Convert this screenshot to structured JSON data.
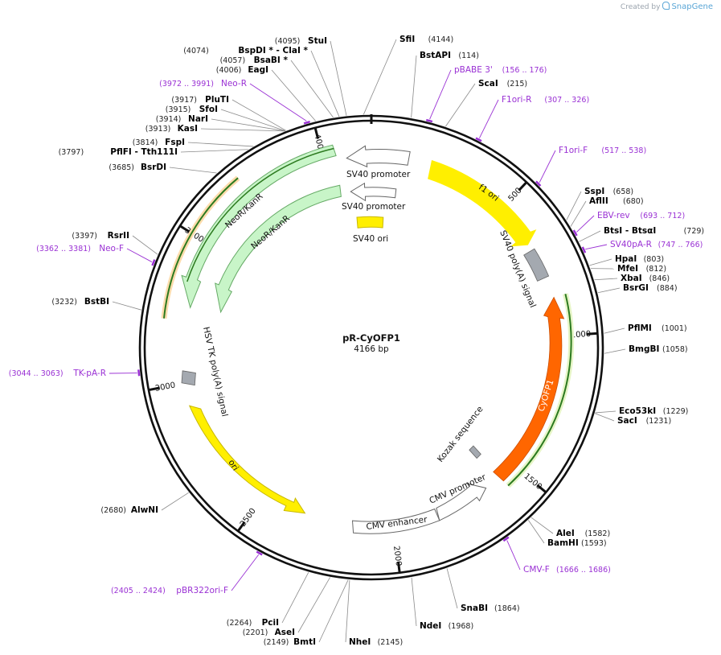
{
  "watermark": {
    "prefix": "Created by",
    "brand": "SnapGene"
  },
  "colors": {
    "backbone": "#111111",
    "primer": "#9a31d4",
    "enzyme_text": "#000000",
    "pos_text": "#222222",
    "leader": "#8a8a8a",
    "yellow": "#ffef00",
    "orange": "#ff6600",
    "mint": "#c8f5c8",
    "gray_feature": "#a4a9b0"
  },
  "plasmid": {
    "name": "pR-CyOFP1",
    "length": 4166,
    "length_label": "4166 bp"
  },
  "ticks": [
    "500",
    "1000",
    "1500",
    "2000",
    "2500",
    "3000",
    "3500",
    "4000"
  ],
  "sites": [
    {
      "name": "SfiI",
      "pos": "(4144)",
      "side": "r"
    },
    {
      "name": "BstAPI",
      "pos": "(114)",
      "side": "r"
    },
    {
      "name": "ScaI",
      "pos": "(215)",
      "side": "r"
    },
    {
      "name": "SspI",
      "pos": "(658)",
      "side": "r"
    },
    {
      "name": "AflII",
      "pos": "(680)",
      "side": "r"
    },
    {
      "name": "BtsI  -  BtsαI",
      "pos": "(729)",
      "side": "r"
    },
    {
      "name": "HpaI",
      "pos": "(803)",
      "side": "r"
    },
    {
      "name": "MfeI",
      "pos": "(812)",
      "side": "r"
    },
    {
      "name": "XbaI",
      "pos": "(846)",
      "side": "r"
    },
    {
      "name": "BsrGI",
      "pos": "(884)",
      "side": "r"
    },
    {
      "name": "PflMI",
      "pos": "(1001)",
      "side": "r"
    },
    {
      "name": "BmgBI",
      "pos": "(1058)",
      "side": "r"
    },
    {
      "name": "Eco53kI",
      "pos": "(1229)",
      "side": "r"
    },
    {
      "name": "SacI",
      "pos": "(1231)",
      "side": "r"
    },
    {
      "name": "AleI",
      "pos": "(1582)",
      "side": "r"
    },
    {
      "name": "BamHI",
      "pos": "(1593)",
      "side": "r"
    },
    {
      "name": "SnaBI",
      "pos": "(1864)",
      "side": "r"
    },
    {
      "name": "NdeI",
      "pos": "(1968)",
      "side": "r"
    },
    {
      "name": "NheI",
      "pos": "(2145)",
      "side": "r"
    },
    {
      "name": "StuI",
      "pos": "(4095)",
      "side": "l"
    },
    {
      "name": "BspDI *  -  ClaI *",
      "pos": "(4074)",
      "side": "l"
    },
    {
      "name": "BsaBI *",
      "pos": "(4057)",
      "side": "l"
    },
    {
      "name": "EagI",
      "pos": "(4006)",
      "side": "l"
    },
    {
      "name": "PluTI",
      "pos": "(3917)",
      "side": "l"
    },
    {
      "name": "SfoI",
      "pos": "(3915)",
      "side": "l"
    },
    {
      "name": "NarI",
      "pos": "(3914)",
      "side": "l"
    },
    {
      "name": "KasI",
      "pos": "(3913)",
      "side": "l"
    },
    {
      "name": "FspI",
      "pos": "(3814)",
      "side": "l"
    },
    {
      "name": "PflFI  -  Tth111I",
      "pos": "(3797)",
      "side": "l"
    },
    {
      "name": "BsrDI",
      "pos": "(3685)",
      "side": "l"
    },
    {
      "name": "RsrII",
      "pos": "(3397)",
      "side": "l"
    },
    {
      "name": "BstBI",
      "pos": "(3232)",
      "side": "l"
    },
    {
      "name": "AlwNI",
      "pos": "(2680)",
      "side": "l"
    },
    {
      "name": "PciI",
      "pos": "(2264)",
      "side": "l"
    },
    {
      "name": "AseI",
      "pos": "(2201)",
      "side": "l"
    },
    {
      "name": "BmtI",
      "pos": "(2149)",
      "side": "l"
    }
  ],
  "primers": [
    {
      "name": "pBABE 3'",
      "range": "(156 .. 176)"
    },
    {
      "name": "F1ori-R",
      "range": "(307 .. 326)"
    },
    {
      "name": "F1ori-F",
      "range": "(517 .. 538)"
    },
    {
      "name": "EBV-rev",
      "range": "(693 .. 712)"
    },
    {
      "name": "SV40pA-R",
      "range": "(747 .. 766)"
    },
    {
      "name": "CMV-F",
      "range": "(1666 .. 1686)"
    },
    {
      "name": "pBR322ori-F",
      "range": "(2405 .. 2424)"
    },
    {
      "name": "TK-pA-R",
      "range": "(3044 .. 3063)"
    },
    {
      "name": "Neo-F",
      "range": "(3362 .. 3381)"
    },
    {
      "name": "Neo-R",
      "range": "(3972 .. 3991)"
    }
  ],
  "features": [
    {
      "label": "f1 ori"
    },
    {
      "label": "SV40 poly(A) signal"
    },
    {
      "label": "CyOFP1"
    },
    {
      "label": "Kozak sequence"
    },
    {
      "label": "CMV promoter"
    },
    {
      "label": "CMV enhancer"
    },
    {
      "label": "ori"
    },
    {
      "label": "HSV TK poly(A) signal"
    },
    {
      "label": "NeoR/KanR"
    },
    {
      "label": "NeoR/KanR"
    },
    {
      "label": "SV40 promoter"
    },
    {
      "label": "SV40 promoter"
    },
    {
      "label": "SV40 ori"
    }
  ]
}
